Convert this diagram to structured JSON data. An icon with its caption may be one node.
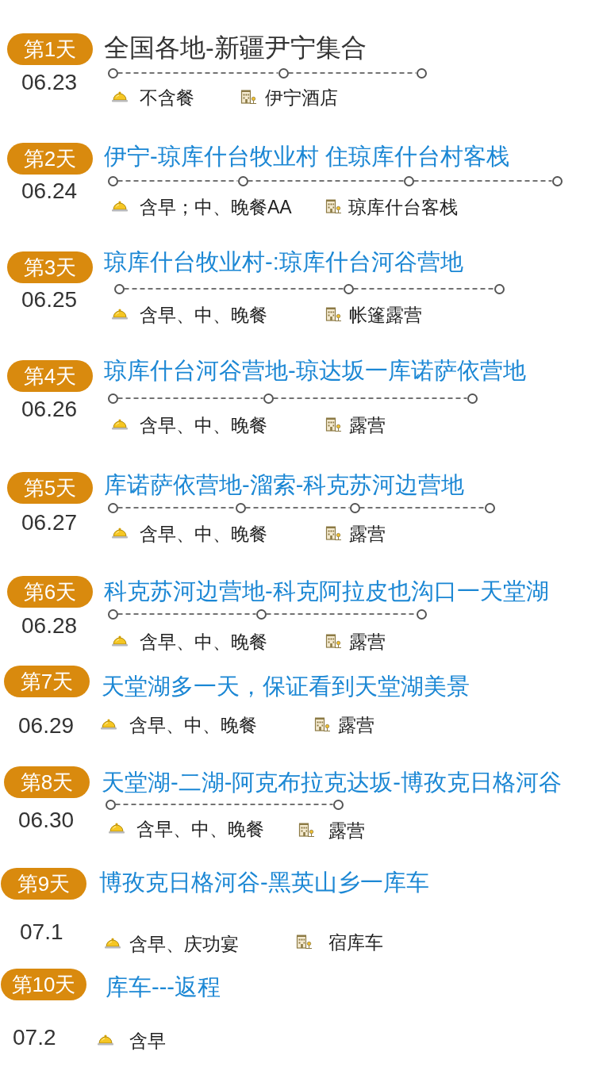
{
  "diagram": {
    "nodes": [
      {
        "text": [
          "第1天"
        ]
      },
      {
        "text": [],
        "shape": "circle"
      },
      {
        "text": [],
        "shape": "circle"
      },
      {
        "text": [],
        "shape": "circle"
      },
      {
        "text": [
          "第2天"
        ]
      },
      {
        "text": [],
        "shape": "circle"
      },
      {
        "text": [],
        "shape": "circle"
      },
      {
        "text": [],
        "shape": "circle"
      },
      {
        "text": [],
        "shape": "circle"
      },
      {
        "text": [
          "第3天"
        ]
      },
      {
        "text": [],
        "shape": "circle"
      },
      {
        "text": [],
        "shape": "circle"
      },
      {
        "text": [],
        "shape": "circle"
      },
      {
        "text": [
          "第4天"
        ]
      },
      {
        "text": [],
        "shape": "circle"
      },
      {
        "text": [],
        "shape": "circle"
      },
      {
        "text": [],
        "shape": "circle"
      },
      {
        "text": [
          "第5天"
        ]
      },
      {
        "text": [],
        "shape": "circle"
      },
      {
        "text": [],
        "shape": "circle"
      },
      {
        "text": [],
        "shape": "circle"
      },
      {
        "text": [],
        "shape": "circle"
      },
      {
        "text": [
          "第6天"
        ]
      },
      {
        "text": [],
        "shape": "circle"
      },
      {
        "text": [],
        "shape": "circle"
      },
      {
        "text": [],
        "shape": "circle"
      },
      {
        "text": [
          "第7天"
        ]
      },
      {
        "text": [
          "第8天"
        ]
      },
      {
        "text": [],
        "shape": "circle"
      },
      {
        "text": [],
        "shape": "circle"
      },
      {
        "text": [
          "第9天"
        ]
      },
      {
        "text": [
          "第10天"
        ]
      }
    ],
    "edges": [
      {
        "from": 1,
        "to": 2,
        "arrow": "none",
        "style": "dashed"
      },
      {
        "from": 2,
        "to": 3,
        "arrow": "none",
        "style": "dashed"
      },
      {
        "from": 5,
        "to": 6,
        "arrow": "none",
        "style": "dashed"
      },
      {
        "from": 6,
        "to": 7,
        "arrow": "none",
        "style": "dashed"
      },
      {
        "from": 7,
        "to": 8,
        "arrow": "none",
        "style": "dashed"
      },
      {
        "from": 10,
        "to": 11,
        "arrow": "none",
        "style": "dashed"
      },
      {
        "from": 11,
        "to": 12,
        "arrow": "none",
        "style": "dashed"
      },
      {
        "from": 14,
        "to": 15,
        "arrow": "none",
        "style": "dashed"
      },
      {
        "from": 15,
        "to": 16,
        "arrow": "none",
        "style": "dashed"
      },
      {
        "from": 18,
        "to": 19,
        "arrow": "none",
        "style": "dashed"
      },
      {
        "from": 19,
        "to": 20,
        "arrow": "none",
        "style": "dashed"
      },
      {
        "from": 20,
        "to": 21,
        "arrow": "none",
        "style": "dashed"
      },
      {
        "from": 23,
        "to": 24,
        "arrow": "none",
        "style": "dashed"
      },
      {
        "from": 24,
        "to": 25,
        "arrow": "none",
        "style": "dashed"
      },
      {
        "from": 28,
        "to": 29,
        "arrow": "none",
        "style": "dashed"
      }
    ],
    "labels": [
      "全国各地-新疆尹宁集合",
      "06.23",
      "不含餐",
      "伊宁酒店",
      "伊宁-琼库什台牧业村 住琼库什台村客栈",
      "06.24",
      "含早；中、晚餐AA",
      "琼库什台客栈",
      "琼库什台牧业村-:琼库什台河谷营地",
      "06.25",
      "含早、中、晚餐",
      "帐篷露营",
      "琼库什台河谷营地-琼达坂一库诺萨依营地",
      "06.26",
      "含早、中、晚餐",
      "露营",
      "库诺萨依营地-溜索-科克苏河边营地",
      "06.27",
      "含早、中、晚餐",
      "露营",
      "科克苏河边营地-科克阿拉皮也沟口一天堂湖",
      "06.28",
      "含早、中、晚餐",
      "露营",
      "天堂湖多一天，保证看到天堂湖美景",
      "06.29",
      "含早、中、晚餐",
      "露营",
      "天堂湖-二湖-阿克布拉克达坂-博孜克日格河谷",
      "06.30",
      "含早、中、晚餐",
      "露营",
      "博孜克日格河谷-黑英山乡一库车",
      "07.1",
      "含早、庆功宴",
      "宿库车",
      "库车---返程",
      "07.2",
      "含早"
    ]
  }
}
